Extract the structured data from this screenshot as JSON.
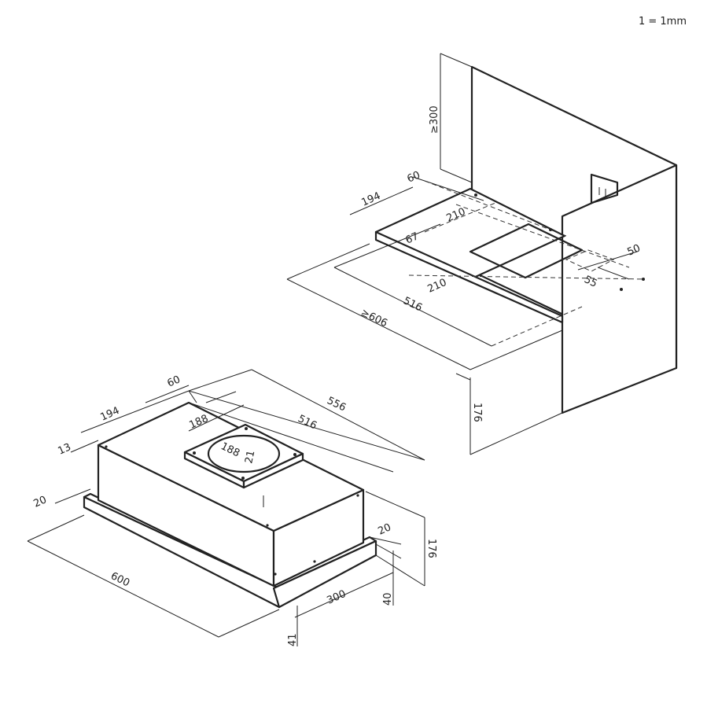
{
  "scale_note": "1 = 1mm",
  "installation": {
    "clearance_above": "≥300",
    "side_offset": "194",
    "side_offset_2": "60",
    "vent_offset": "210",
    "cutout_offset": "67",
    "cutout_width": "210",
    "cutout_length": "516",
    "cabinet_width": "≥606",
    "outlet_w": "50",
    "outlet_d": "55",
    "cabinet_height": "176"
  },
  "hood": {
    "side_offset": "194",
    "side_offset_2": "60",
    "edge_13": "13",
    "body_length": "556",
    "inner_length": "516",
    "collar_a": "188",
    "collar_b": "188",
    "collar_h": "21",
    "front_20": "20",
    "total_width": "600",
    "height": "176",
    "rear_20": "20",
    "depth": "300",
    "panel_40": "40",
    "panel_41": "41"
  }
}
